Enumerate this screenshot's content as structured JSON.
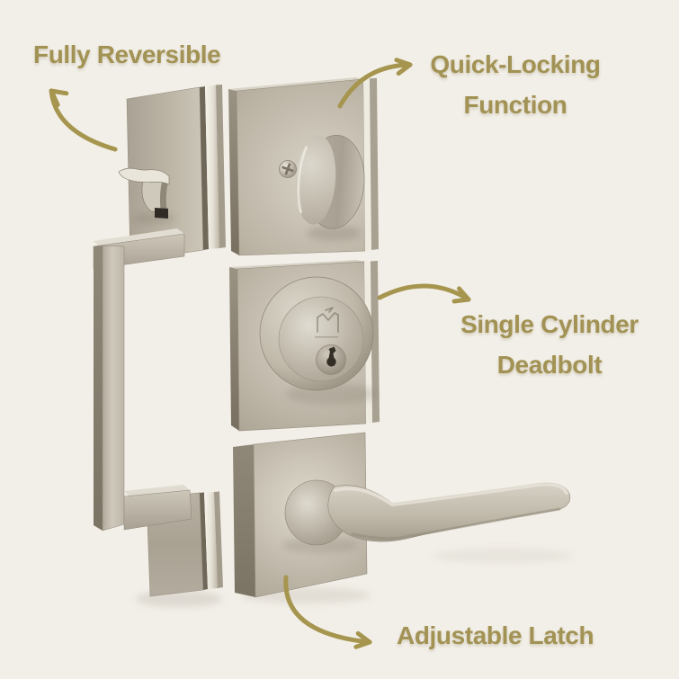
{
  "page": {
    "background_color": "#f2efe8",
    "accent_text_color": "#a29254",
    "arrow_color": "#a6954e",
    "metal_finish_color": "#c2bbac"
  },
  "annotations": {
    "fully_reversible": {
      "label": "Fully Reversible"
    },
    "quick_locking": {
      "line1": "Quick-Locking",
      "line2": "Function"
    },
    "single_cylinder": {
      "line1": "Single Cylinder",
      "line2": "Deadbolt"
    },
    "adjustable_latch": {
      "label": "Adjustable Latch"
    }
  },
  "product": {
    "parts": [
      "handleset-exterior-grip",
      "deadbolt-thumbturn-plate",
      "single-cylinder-deadbolt",
      "door-lever-with-rosette"
    ],
    "finish": "satin-nickel"
  }
}
